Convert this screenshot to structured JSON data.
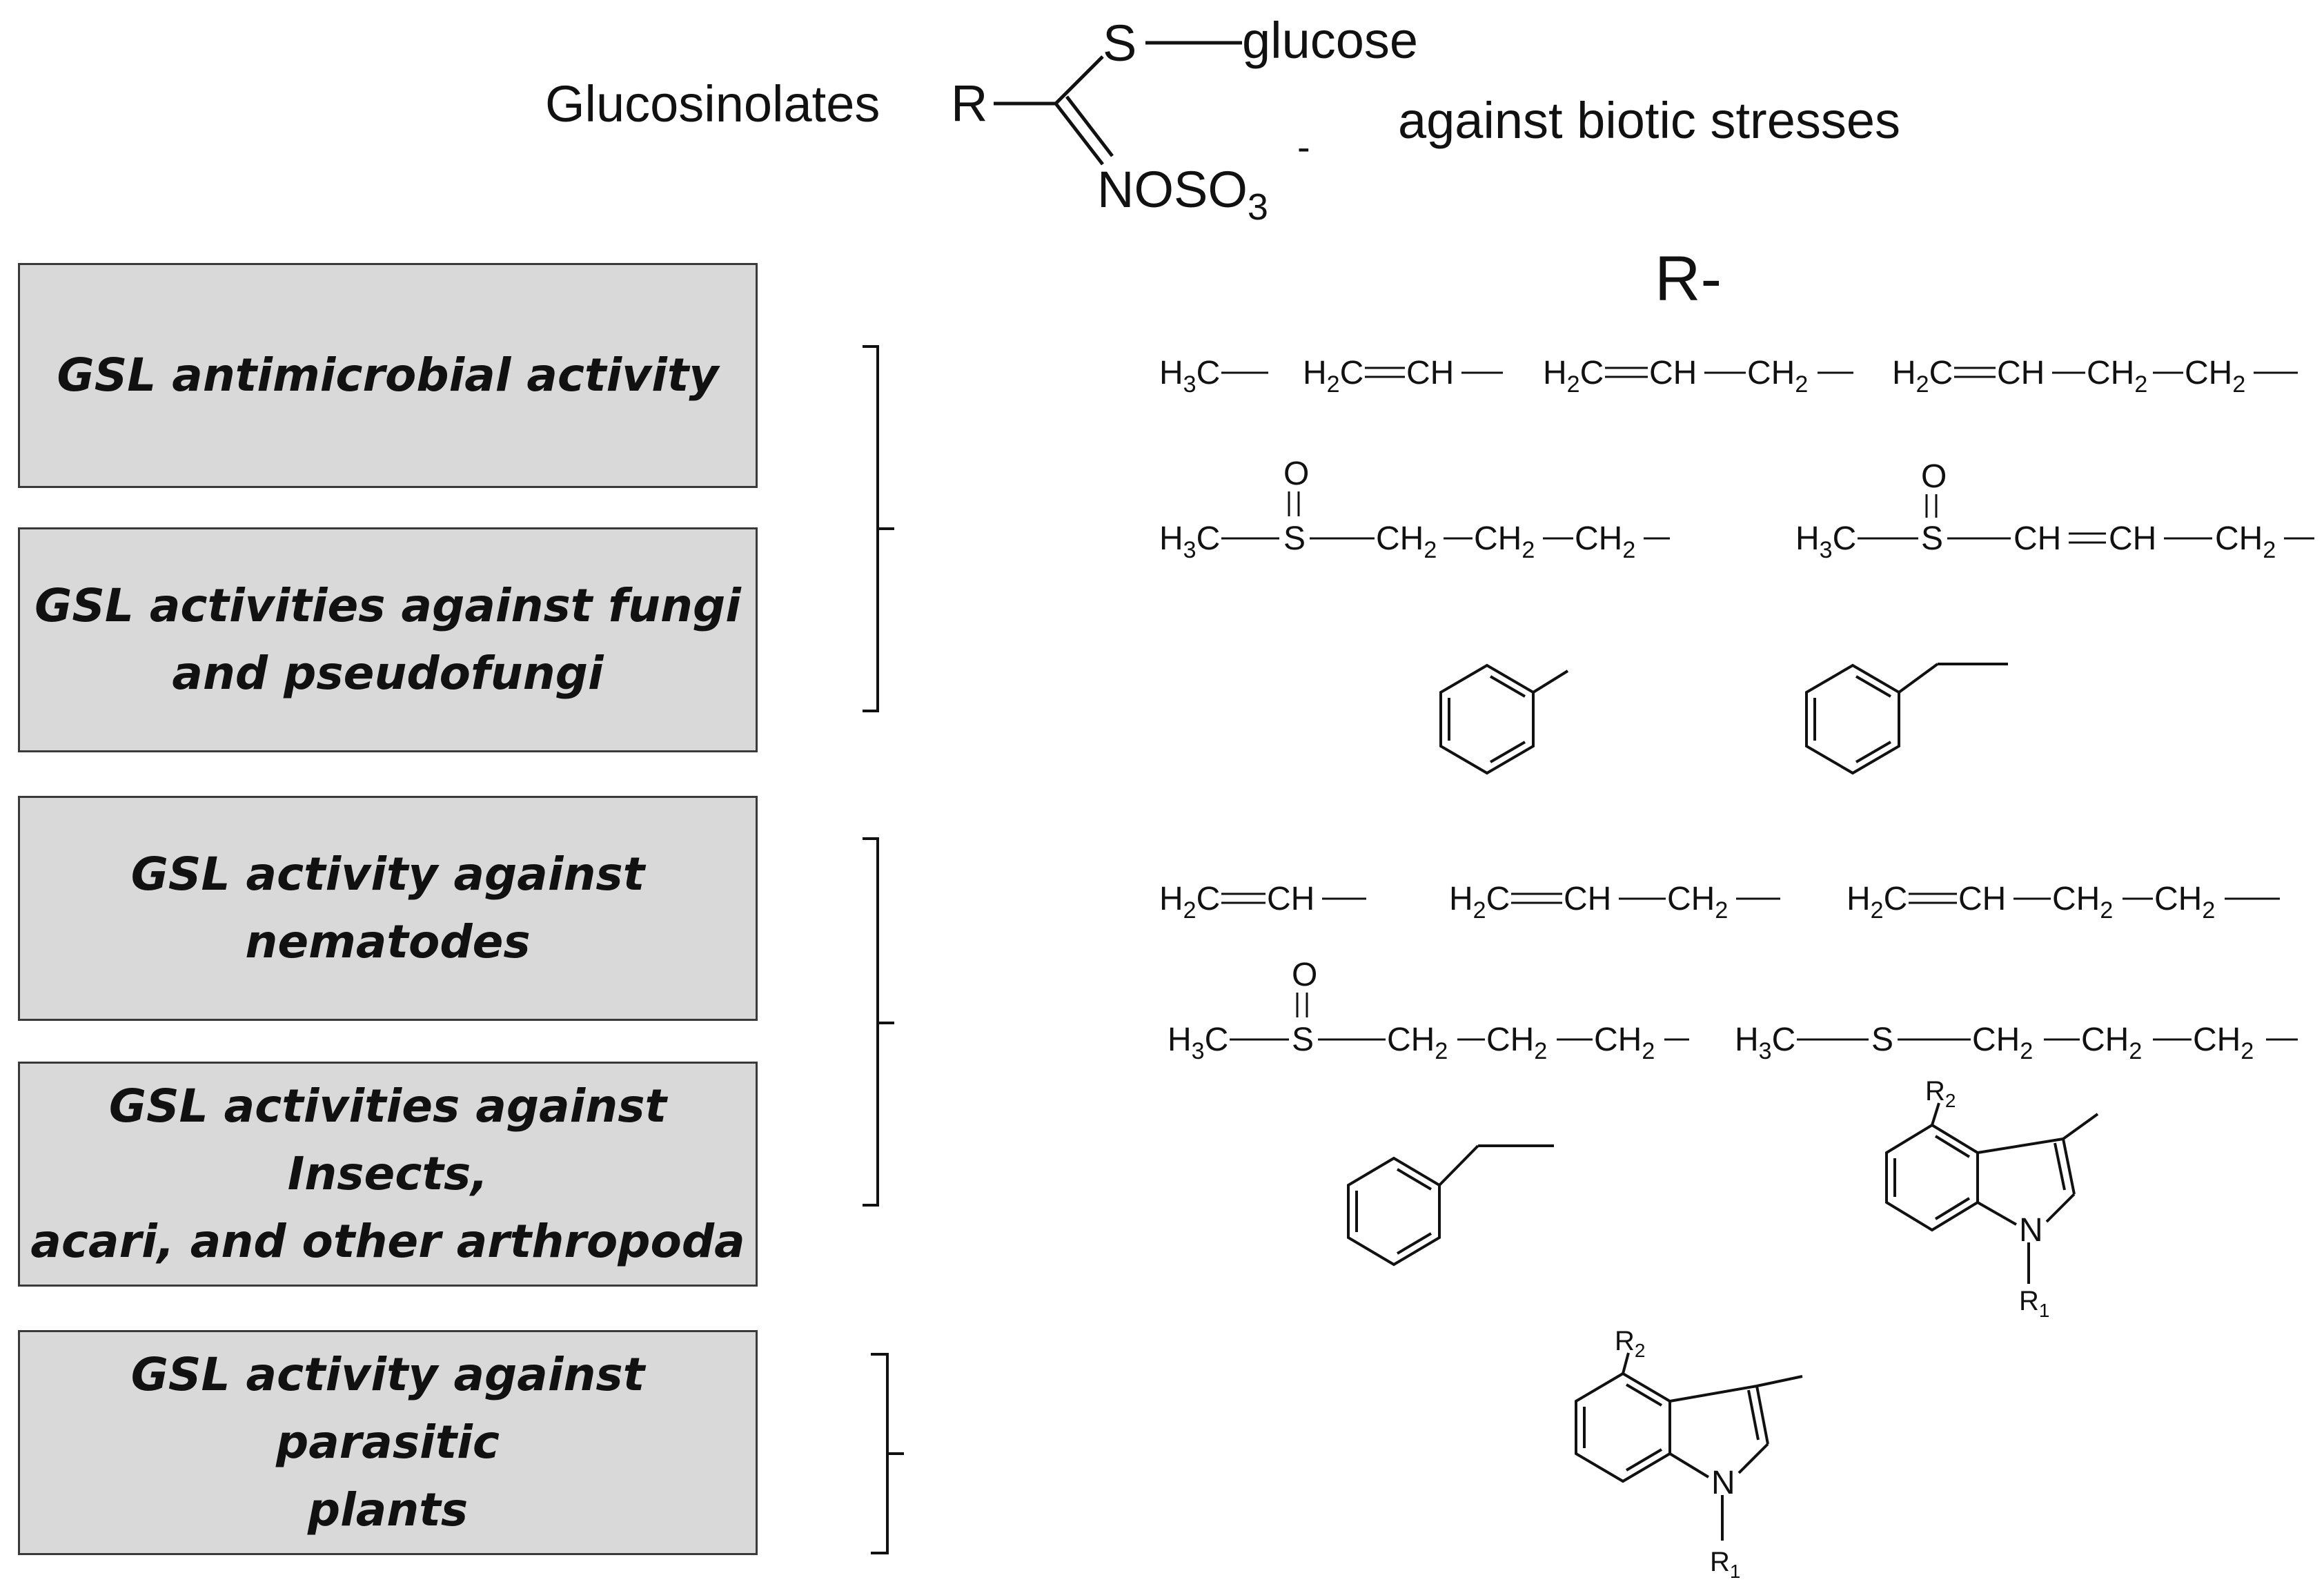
{
  "header": {
    "left_label": "Glucosinolates",
    "right_label": "against biotic stresses",
    "r_group_heading": "R-"
  },
  "core_structure": {
    "r": "R",
    "s": "S",
    "glucose": "glucose",
    "nitrogen_group": "NOSO",
    "sub3": "3",
    "charge": "-"
  },
  "activity_boxes": [
    {
      "text": "GSL antimicrobial activity"
    },
    {
      "text": "GSL activities against fungi\nand pseudofungi"
    },
    {
      "text": "GSL activity against\nnematodes"
    },
    {
      "text": "GSL activities against Insects,\nacari, and other arthropoda"
    },
    {
      "text": "GSL activity against parasitic\nplants"
    }
  ],
  "atoms": {
    "h": "H",
    "c": "C",
    "ch": "CH",
    "s": "S",
    "o": "O",
    "n": "N",
    "r": "R",
    "sub1": "1",
    "sub2": "2",
    "sub3": "3"
  }
}
